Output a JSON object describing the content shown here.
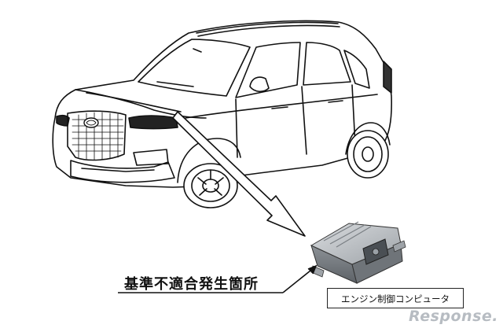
{
  "labels": {
    "defect_location": "基準不適合発生箇所",
    "component_name": "エンジン制御コンピュータ"
  },
  "watermark": {
    "text": "Response."
  }
}
